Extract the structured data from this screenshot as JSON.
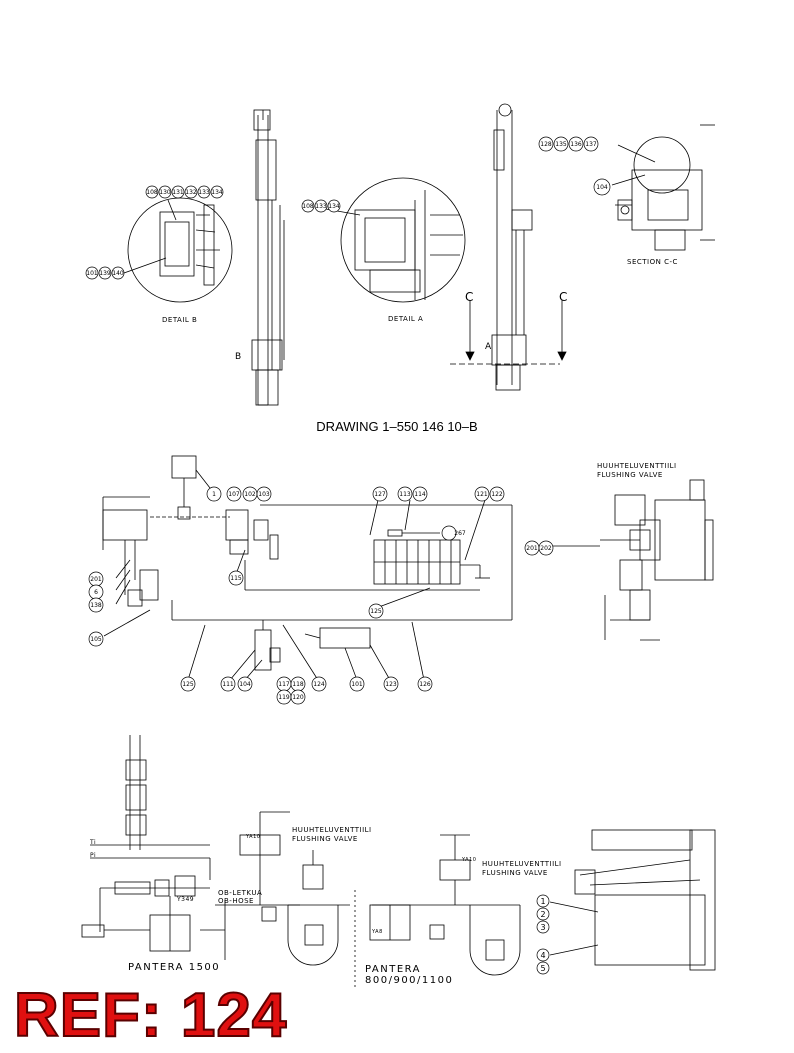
{
  "drawing_caption": "DRAWING 1–550 146 10–B",
  "ref_label": "REF: 124",
  "labels": {
    "detail_b": "DETAIL B",
    "detail_a": "DETAIL A",
    "section_cc": "SECTION C-C",
    "section_c": "C",
    "marker_a": "A",
    "marker_b": "B",
    "flushing_fi": "HUUHTELUVENTTIILI",
    "flushing_en": "FLUSHING VALVE",
    "ob_letku": "OB-LETKUA",
    "ob_hose": "OB-HOSE",
    "pantera_1500": "PANTERA 1500",
    "pantera_800": "PANTERA",
    "pantera_800_models": "800/900/1100",
    "y349": "Y349",
    "ya10": "YA10",
    "ya8": "YA8",
    "ti": "Ti",
    "pi": "Pi"
  },
  "callouts": {
    "detail_b": [
      "108",
      "130",
      "131",
      "132",
      "133",
      "134",
      "101",
      "139",
      "140"
    ],
    "detail_a": [
      "108",
      "133",
      "134"
    ],
    "section_cc": [
      "128",
      "135",
      "136",
      "137",
      "104"
    ],
    "schematic": [
      "1",
      "107",
      "102",
      "103",
      "127",
      "113",
      "114",
      "121",
      "122",
      "267",
      "201",
      "6",
      "138",
      "105",
      "115",
      "125",
      "125",
      "111",
      "104",
      "124",
      "117",
      "118",
      "119",
      "120",
      "101",
      "123",
      "126"
    ],
    "flushing_valve": [
      "201",
      "202"
    ],
    "side_view": [
      "1",
      "2",
      "3",
      "4",
      "5"
    ]
  }
}
